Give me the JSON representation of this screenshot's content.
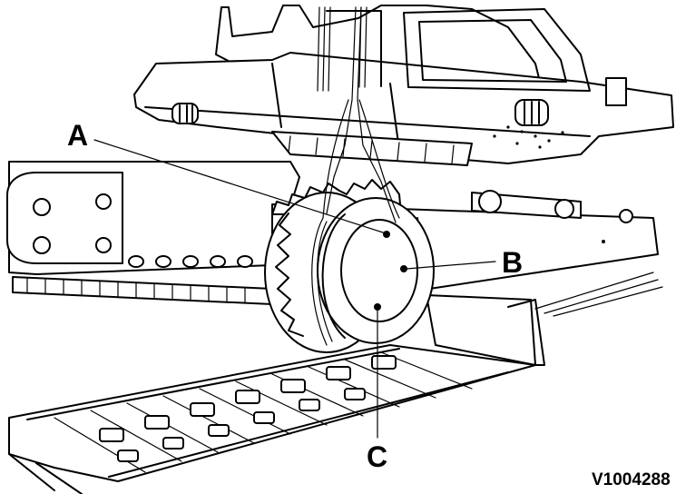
{
  "callouts": {
    "a": "A",
    "b": "B",
    "c": "C"
  },
  "figure_id": "V1004288",
  "colors": {
    "line": "#000000",
    "background": "#ffffff"
  }
}
